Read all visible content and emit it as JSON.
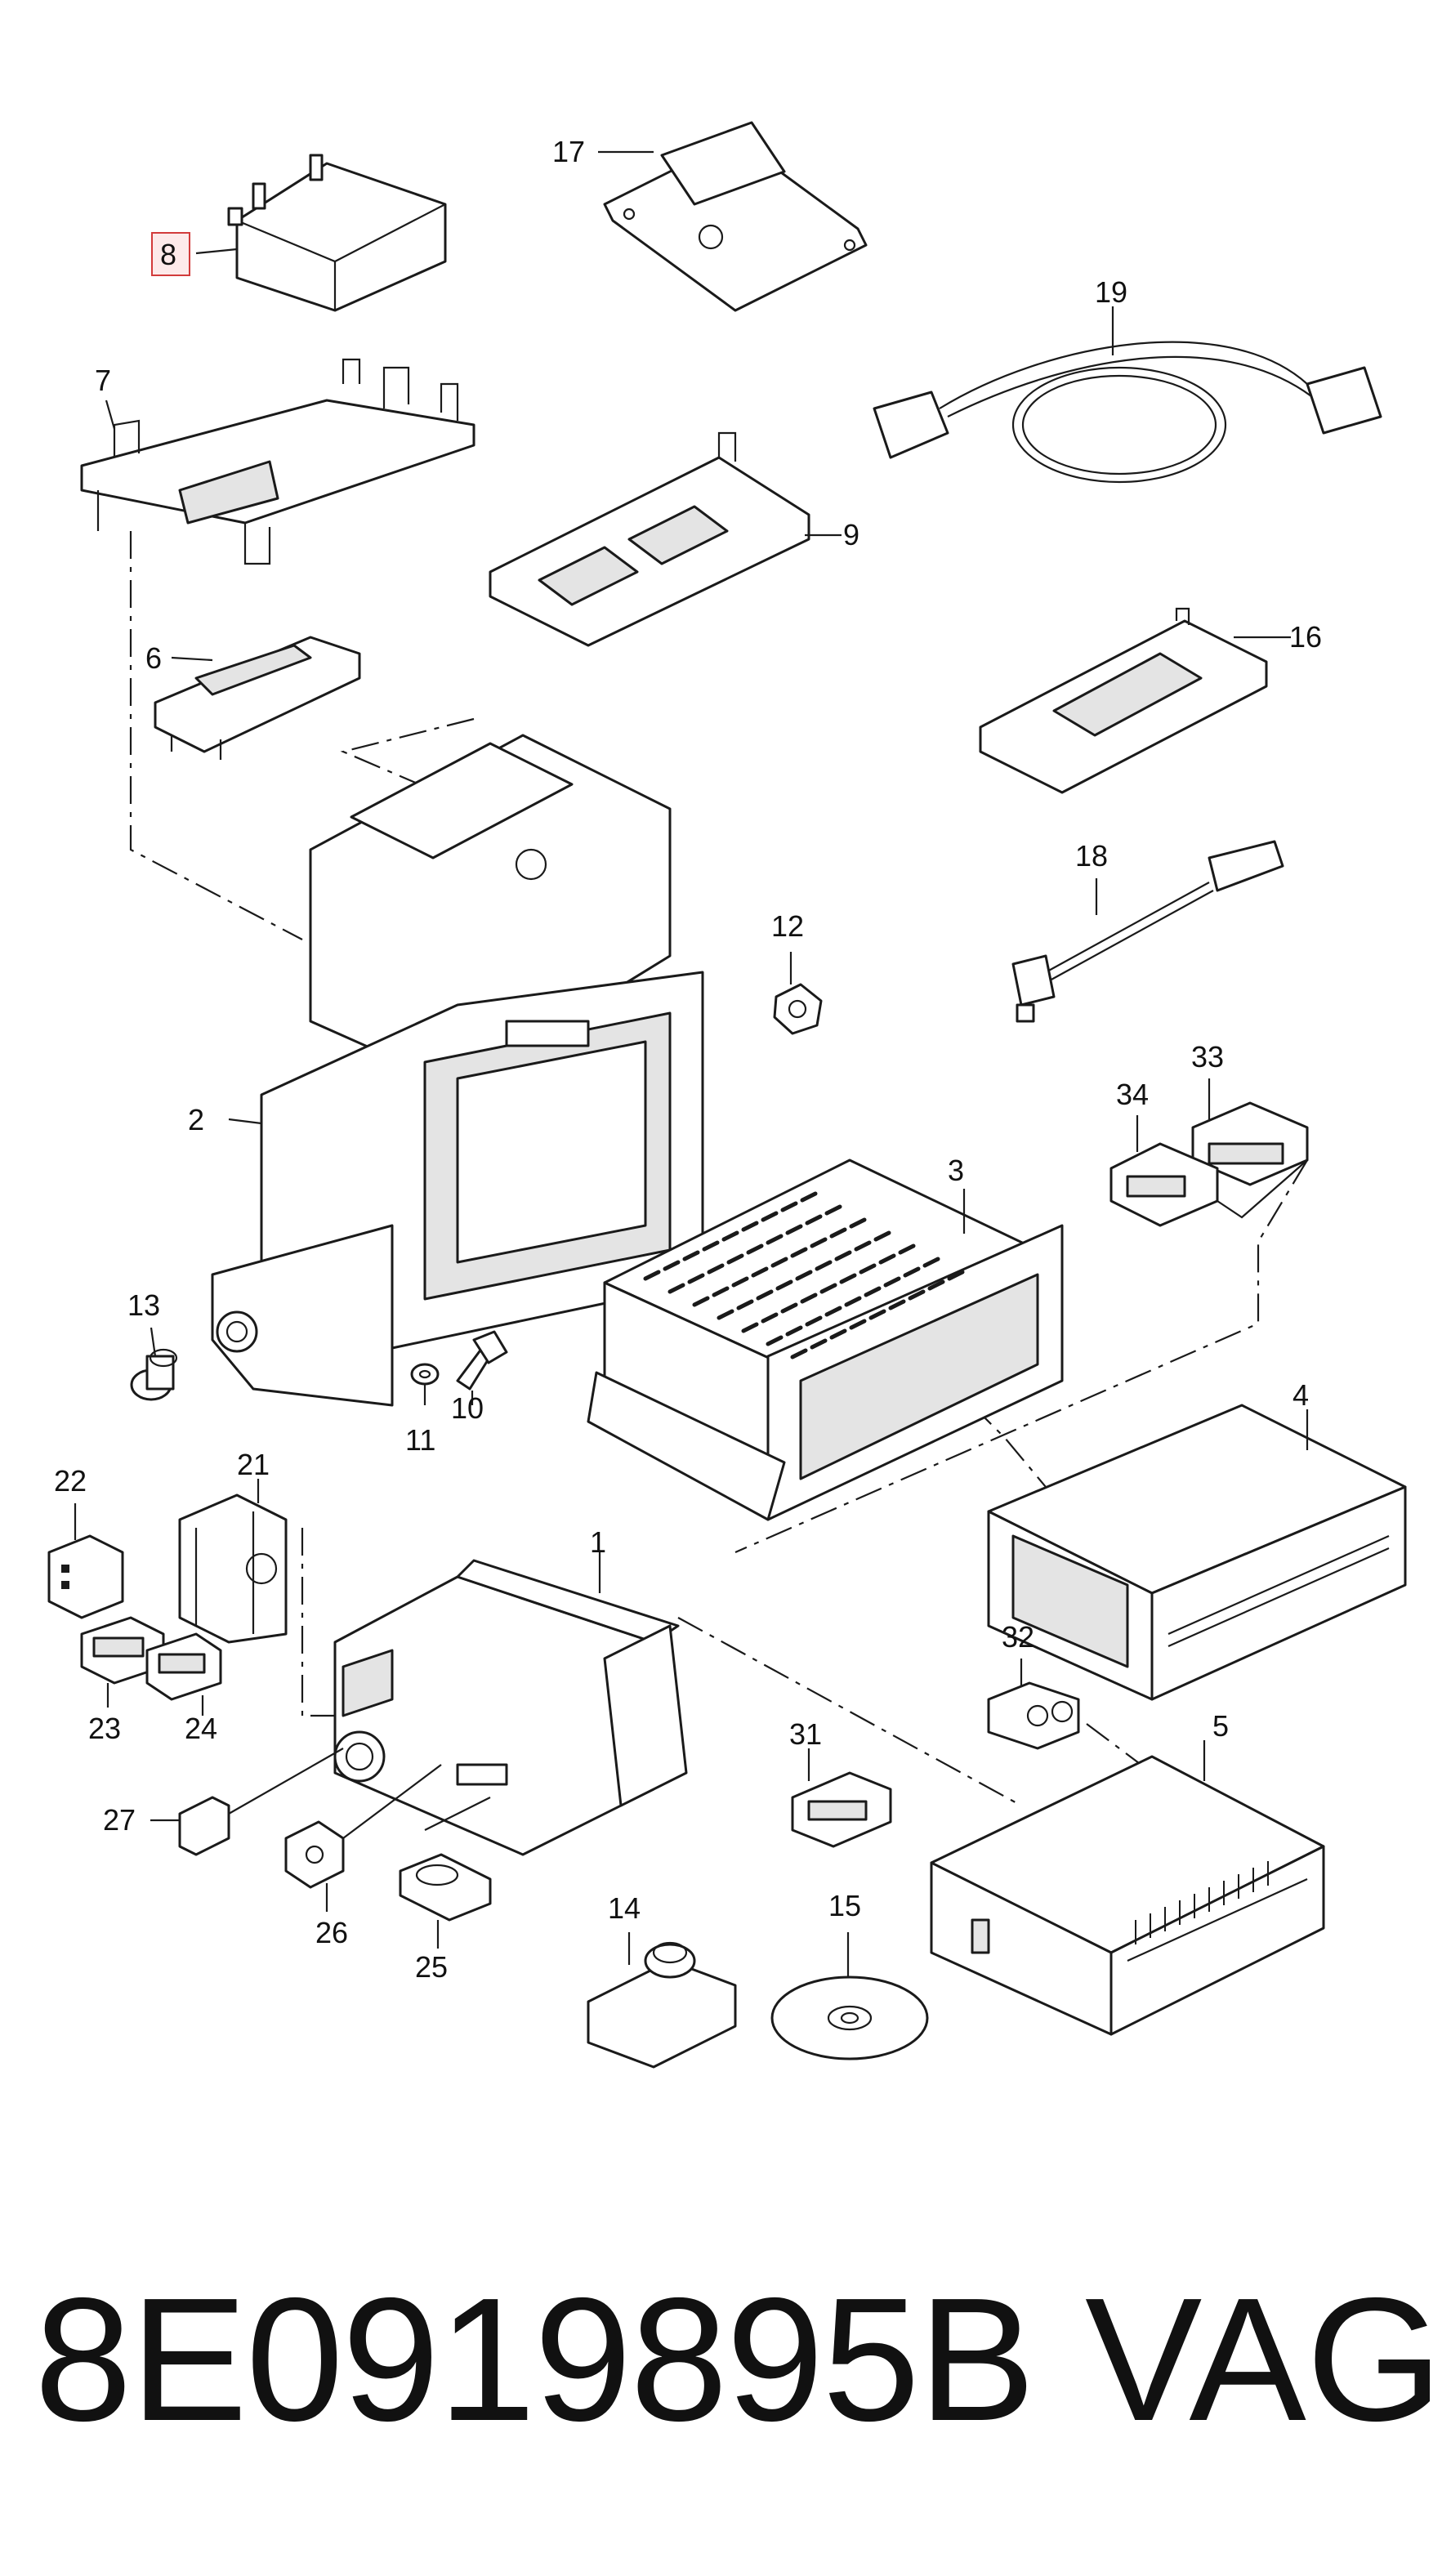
{
  "callouts": {
    "c1": "1",
    "c2": "2",
    "c3": "3",
    "c4": "4",
    "c5": "5",
    "c6": "6",
    "c7": "7",
    "c8": "8",
    "c9": "9",
    "c10": "10",
    "c11": "11",
    "c12": "12",
    "c13": "13",
    "c14": "14",
    "c15": "15",
    "c16": "16",
    "c17": "17",
    "c18": "18",
    "c19": "19",
    "c21": "21",
    "c22": "22",
    "c23": "23",
    "c24": "24",
    "c25": "25",
    "c26": "26",
    "c27": "27",
    "c31": "31",
    "c32": "32",
    "c33": "33",
    "c34": "34"
  },
  "highlighted_callout": "8",
  "footer": {
    "part_number": "8E0919895B",
    "brand": "VAG"
  },
  "colors": {
    "line": "#1a1a1a",
    "highlight_border": "#d23b3b",
    "highlight_fill": "#fdeaea",
    "background": "#ffffff"
  }
}
